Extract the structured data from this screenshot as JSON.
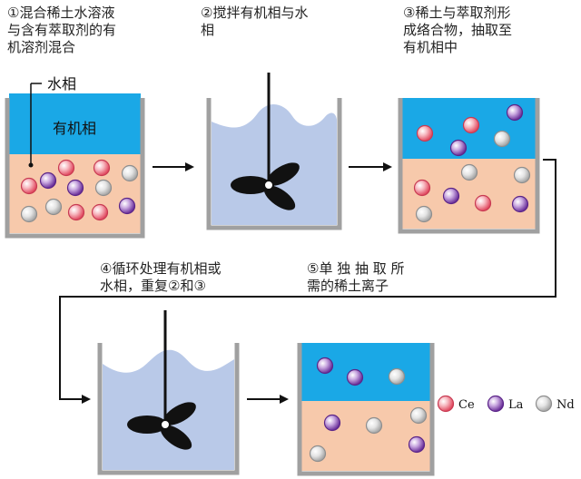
{
  "steps": [
    {
      "caption": "①混合稀土水溶液\n与含有萃取剂的有\n机溶剂混合"
    },
    {
      "caption": "②搅拌有机相与水\n相"
    },
    {
      "caption": "③稀土与萃取剂形\n成络合物，抽取至\n有机相中"
    },
    {
      "caption": "④循环处理有机相或\n水相，重复②和③"
    },
    {
      "caption": "⑤单 独 抽 取 所\n需的稀土离子"
    }
  ],
  "labels": {
    "water_phase": "水相",
    "organic_phase": "有机相"
  },
  "legend": [
    {
      "label": "Ce",
      "color": "#e8546a"
    },
    {
      "label": "La",
      "color": "#7a3fa6"
    },
    {
      "label": "Nd",
      "color": "#b3b3b3"
    }
  ],
  "colors": {
    "organic_layer": "#1aa8e6",
    "aqueous_layer": "#f7c9ab",
    "mixed_liquid": "#b9c9e8",
    "beaker_wall": "#a0a0a0"
  }
}
